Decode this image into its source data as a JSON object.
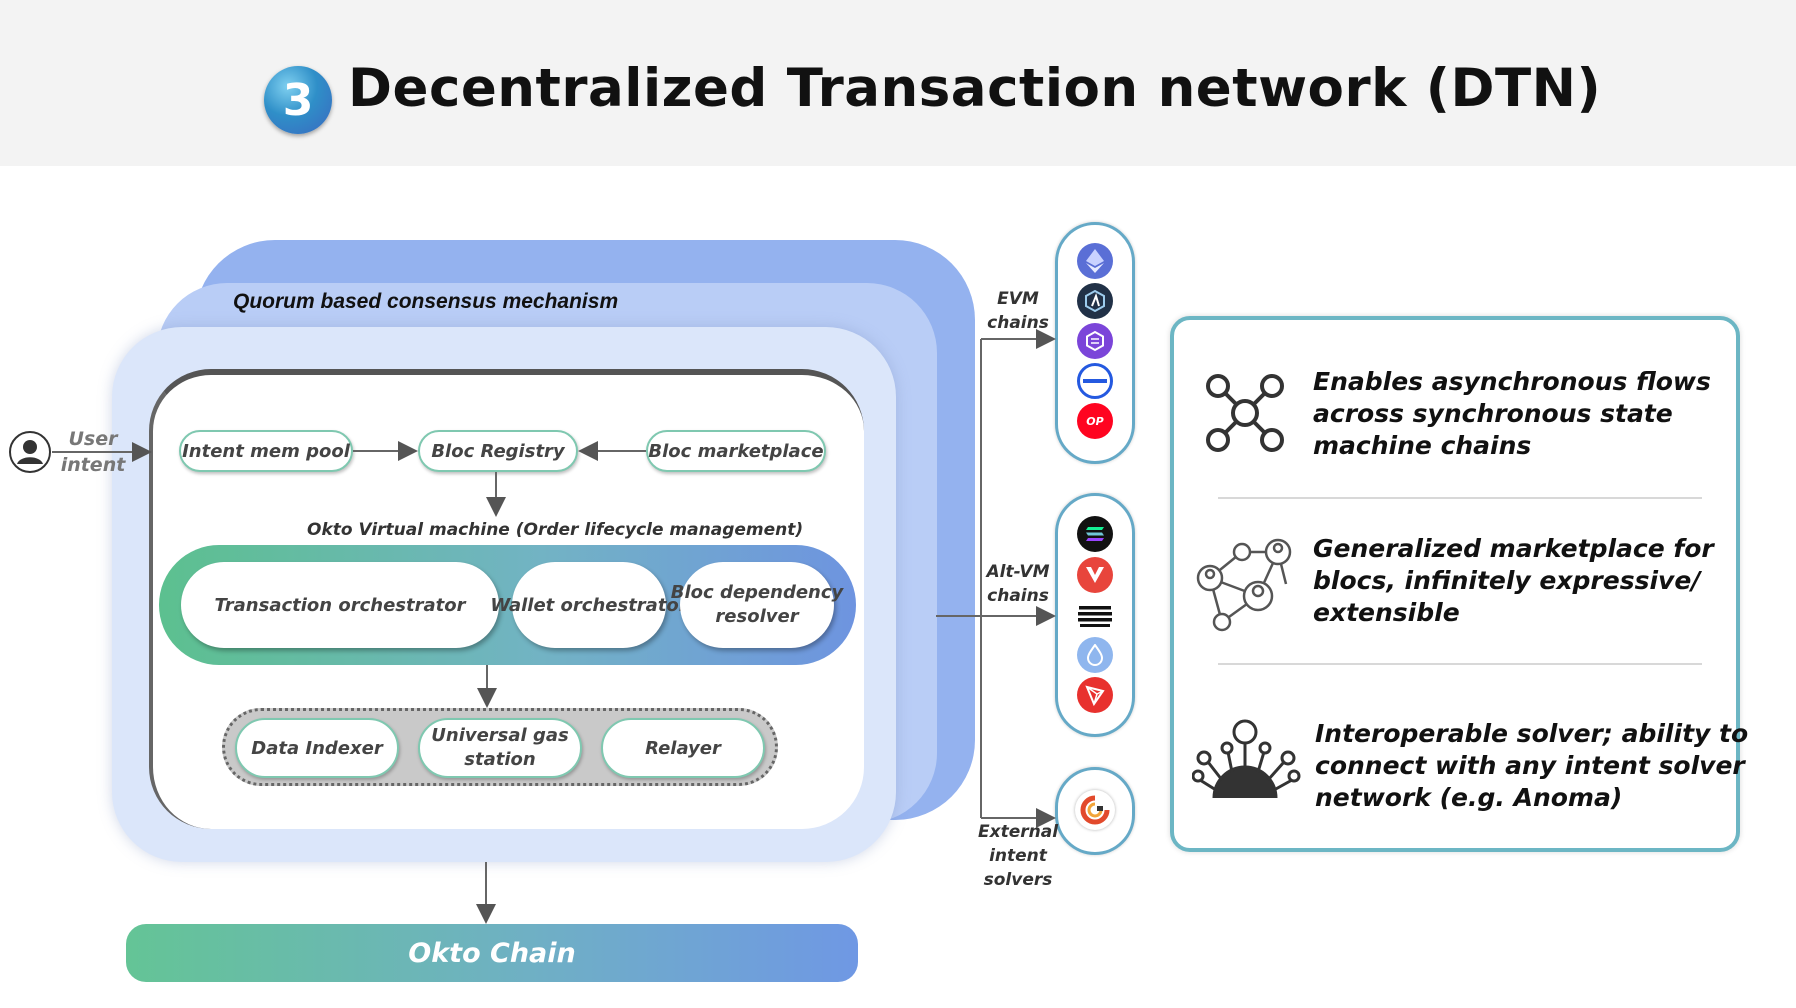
{
  "header": {
    "badge_number": "3",
    "title": "Decentralized Transaction network (DTN)"
  },
  "consensus": {
    "label": "Quorum based consensus mechanism"
  },
  "user": {
    "label_line1": "User",
    "label_line2": "intent"
  },
  "registry_row": {
    "intent_pool": "Intent mem pool",
    "bloc_registry": "Bloc Registry",
    "bloc_marketplace": "Bloc marketplace"
  },
  "vm": {
    "label": "Okto Virtual machine (Order lifecycle management)",
    "transaction_orchestrator": "Transaction orchestrator",
    "wallet_orchestrator": "Wallet orchestrator",
    "bloc_dependency_line1": "Bloc dependency",
    "bloc_dependency_line2": "resolver"
  },
  "services": {
    "data_indexer": "Data Indexer",
    "gas_line1": "Universal gas",
    "gas_line2": "station",
    "relayer": "Relayer"
  },
  "chain_bar": {
    "label": "Okto Chain"
  },
  "chains": {
    "evm_line1": "EVM",
    "evm_line2": "chains",
    "altvm_line1": "Alt-VM",
    "altvm_line2": "chains",
    "ext_line1": "External",
    "ext_line2": "intent",
    "ext_line3": "solvers",
    "op_badge": "OP"
  },
  "features": {
    "f1_line1": "Enables asynchronous flows",
    "f1_line2": "across synchronous state",
    "f1_line3": "machine chains",
    "f2_line1": "Generalized marketplace for",
    "f2_line2": "blocs, infinitely expressive/",
    "f2_line3": "extensible",
    "f3_line1": "Interoperable solver; ability to",
    "f3_line2": "connect with any intent solver",
    "f3_line3": "network (e.g. Anoma)"
  },
  "colors": {
    "accent_green": "#5cc08f",
    "accent_blue": "#6e94e0",
    "panel_border": "#6cb6c4"
  }
}
